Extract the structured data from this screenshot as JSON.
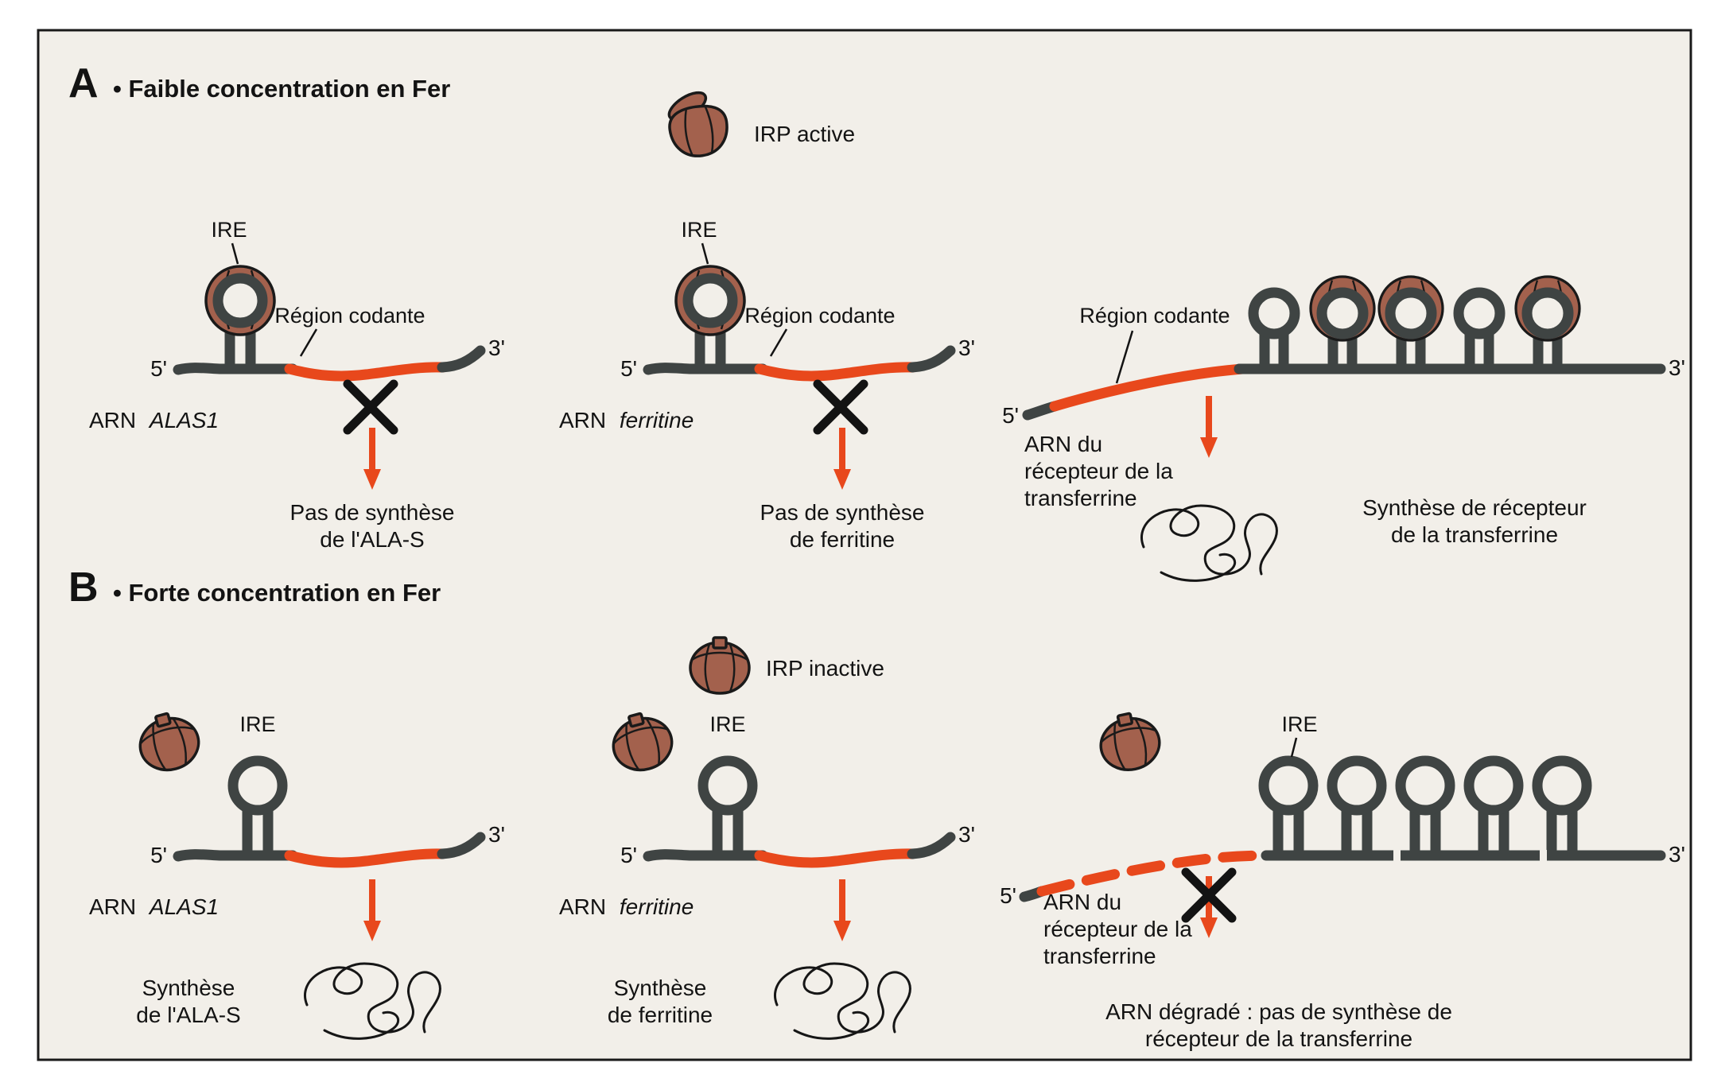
{
  "colors": {
    "background": "#f2efe9",
    "rna_strand": "#3f4443",
    "coding_region": "#e8481c",
    "irp_protein": "#a3614d",
    "outline": "#1a1a1a",
    "text": "#131313"
  },
  "panel_a": {
    "letter": "A",
    "title": "• Faible concentration en Fer",
    "irp_label": "IRP active",
    "alas1": {
      "ire": "IRE",
      "region": "Région codante",
      "five_prime": "5'",
      "three_prime": "3'",
      "rna_prefix": "ARN",
      "rna_name": "ALAS1",
      "result_line1": "Pas de synthèse",
      "result_line2": "de l'ALA-S"
    },
    "ferritine": {
      "ire": "IRE",
      "region": "Région codante",
      "five_prime": "5'",
      "three_prime": "3'",
      "rna_prefix": "ARN",
      "rna_name": "ferritine",
      "result_line1": "Pas de synthèse",
      "result_line2": "de ferritine"
    },
    "tfr": {
      "region": "Région codante",
      "five_prime": "5'",
      "three_prime": "3'",
      "rna_line1": "ARN du",
      "rna_line2": "récepteur de la",
      "rna_line3": "transferrine",
      "result_line1": "Synthèse de récepteur",
      "result_line2": "de la transferrine"
    }
  },
  "panel_b": {
    "letter": "B",
    "title": "• Forte concentration en Fer",
    "irp_label": "IRP inactive",
    "alas1": {
      "ire": "IRE",
      "five_prime": "5'",
      "three_prime": "3'",
      "rna_prefix": "ARN",
      "rna_name": "ALAS1",
      "result_line1": "Synthèse",
      "result_line2": "de l'ALA-S"
    },
    "ferritine": {
      "ire": "IRE",
      "five_prime": "5'",
      "three_prime": "3'",
      "rna_prefix": "ARN",
      "rna_name": "ferritine",
      "result_line1": "Synthèse",
      "result_line2": "de ferritine"
    },
    "tfr": {
      "ire": "IRE",
      "five_prime": "5'",
      "three_prime": "3'",
      "rna_line1": "ARN du",
      "rna_line2": "récepteur de la",
      "rna_line3": "transferrine",
      "result_line1": "ARN dégradé : pas de synthèse de",
      "result_line2": "récepteur de la transferrine"
    }
  }
}
